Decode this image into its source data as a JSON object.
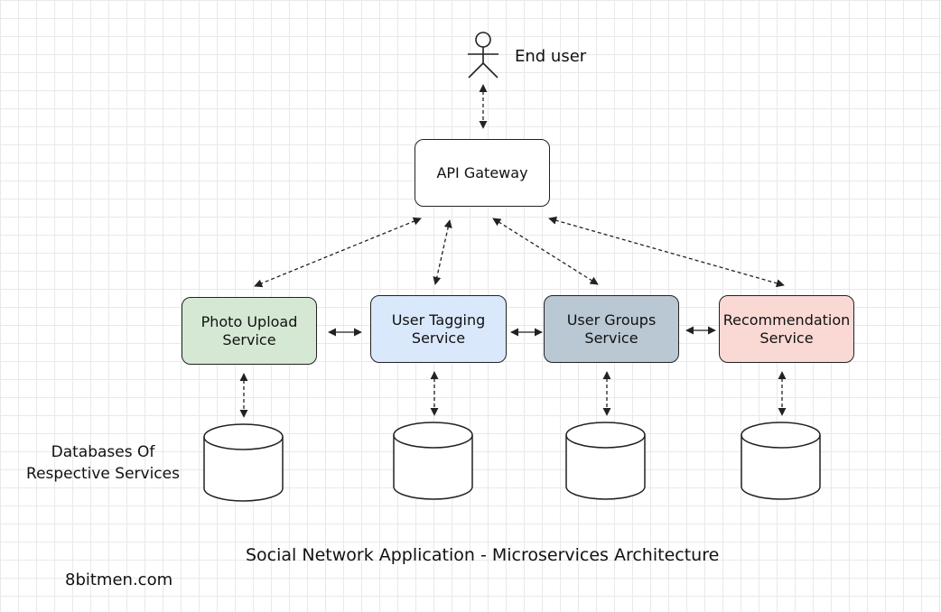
{
  "actor": {
    "label": "End user"
  },
  "gateway": {
    "label": "API Gateway"
  },
  "services": [
    {
      "label": "Photo Upload\nService",
      "fill": "#d5e8d4"
    },
    {
      "label": "User Tagging\nService",
      "fill": "#dae8fc"
    },
    {
      "label": "User Groups\nService",
      "fill": "#bac8d3"
    },
    {
      "label": "Recommendation\nService",
      "fill": "#fad9d5"
    }
  ],
  "databases_label": "Databases Of\nRespective Services",
  "title": "Social Network Application - Microservices Architecture",
  "credit": "8bitmen.com",
  "colors": {
    "stroke": "#222222",
    "grid": "#e9e9e9"
  }
}
